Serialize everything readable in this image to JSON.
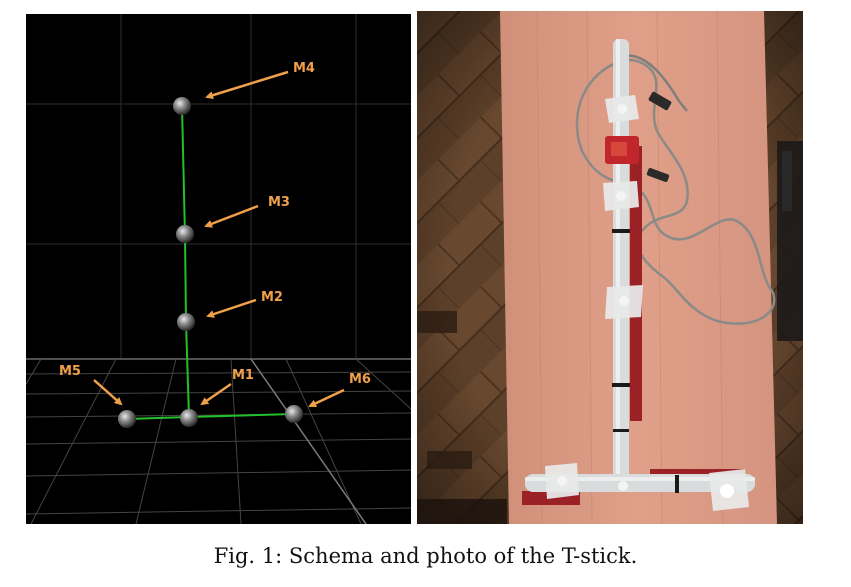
{
  "figure": {
    "caption": "Fig. 1: Schema and photo of the T-stick.",
    "markers": [
      "M1",
      "M2",
      "M3",
      "M4",
      "M5",
      "M6"
    ]
  },
  "colors": {
    "stick": "#22c02a",
    "arrow": "#f0a04a",
    "label": "#f0a04a",
    "grid": "#5a5a5a",
    "table": "#d99a84",
    "floor": "#7a5636"
  }
}
